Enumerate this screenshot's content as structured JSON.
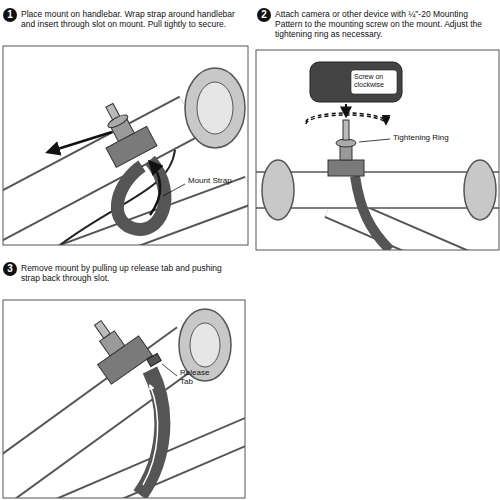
{
  "diagram": {
    "labels": [
      "1",
      "Place mount on handlebar. Wrap strap around handlebar and insert through slot on mount. Pull tightly to secure.",
      "2",
      "Attach camera or other device with ¼\"-20 Mounting Pattern to the mounting screw on the mount. Adjust the tightening ring as necessary.",
      "Mount Strap",
      "Screw on clockwise",
      "Tightening Ring",
      "3",
      "Remove mount by pulling up release tab and pushing strap back through slot.",
      "Release Tab"
    ]
  }
}
